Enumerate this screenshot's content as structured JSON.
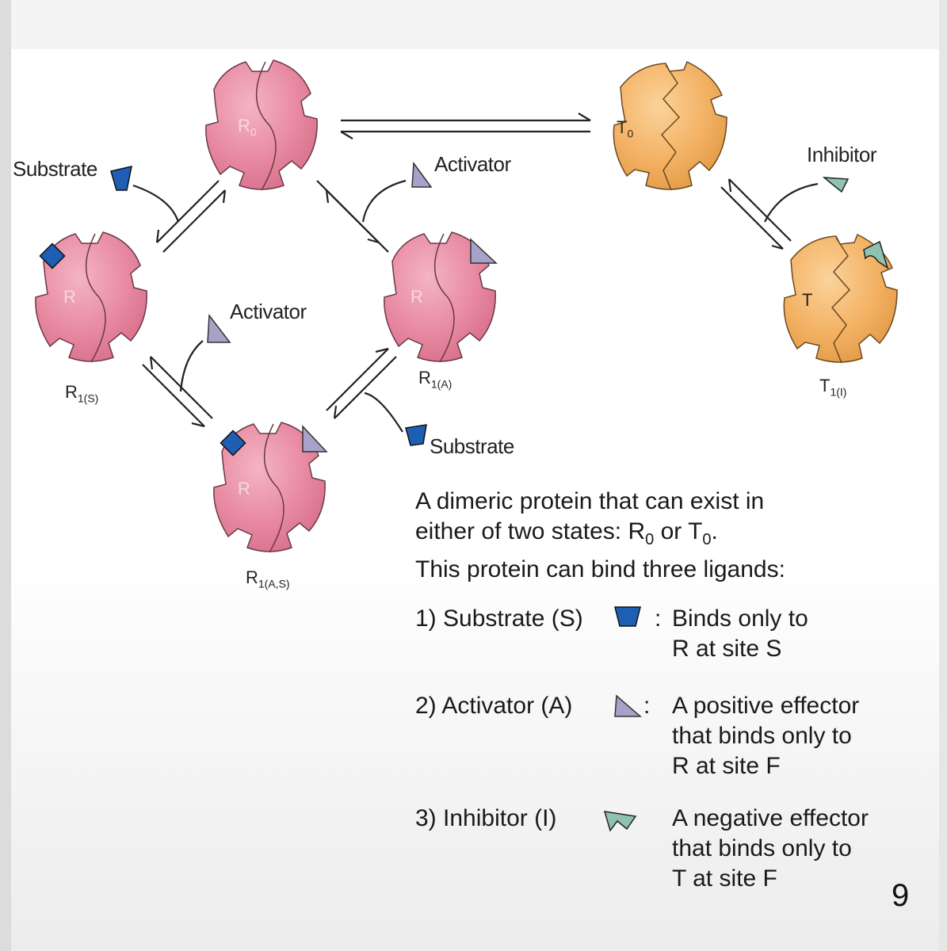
{
  "states": {
    "r0": {
      "letter": "R",
      "sub": "0"
    },
    "t0": {
      "letter": "T",
      "sub": "0"
    },
    "r1s": {
      "inner": "R",
      "label": "R",
      "label_sub": "1(S)"
    },
    "r1a": {
      "inner": "R",
      "label": "R",
      "label_sub": "1(A)"
    },
    "r1as": {
      "inner": "R",
      "label": "R",
      "label_sub": "1(A,S)"
    },
    "t1i": {
      "inner": "T",
      "label": "T",
      "label_sub": "1(I)"
    }
  },
  "ligand_labels": {
    "substrate_top": "Substrate",
    "activator_top": "Activator",
    "activator_mid": "Activator",
    "substrate_bottom": "Substrate",
    "inhibitor": "Inhibitor"
  },
  "description": {
    "line1": "A dimeric protein that can exist in",
    "line2_a": "either of two states: R",
    "line2_r_sub": "0",
    "line2_b": " or T",
    "line2_t_sub": "0",
    "line2_c": ".",
    "line3": "This protein can bind three ligands:"
  },
  "ligands": [
    {
      "label": "1) Substrate (S)",
      "colon": ":",
      "desc": [
        "Binds only to",
        "R at site S"
      ]
    },
    {
      "label": "2) Activator (A)",
      "colon": ":",
      "desc": [
        "A positive effector",
        "that binds only to",
        "R at site F"
      ]
    },
    {
      "label": "3) Inhibitor (I)",
      "colon": "",
      "desc": [
        "A negative effector",
        "that binds only to",
        "T at site F"
      ]
    }
  ],
  "page_number": "9",
  "colors": {
    "r_state": "#e88aa2",
    "t_state": "#f3b265",
    "substrate": "#1e5fb5",
    "activator": "#a7a2c8",
    "inhibitor": "#8fc2b0"
  }
}
